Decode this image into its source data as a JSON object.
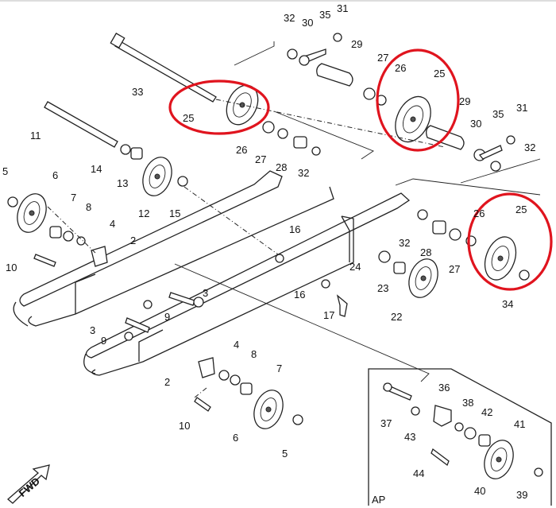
{
  "diagram": {
    "callouts": [
      "32",
      "35",
      "31",
      "30",
      "29",
      "33",
      "27",
      "26",
      "25",
      "29",
      "25",
      "11",
      "30",
      "35",
      "31",
      "32",
      "26",
      "27",
      "28",
      "32",
      "14",
      "13",
      "5",
      "6",
      "7",
      "8",
      "4",
      "12",
      "15",
      "2",
      "16",
      "26",
      "25",
      "10",
      "32",
      "28",
      "27",
      "24",
      "23",
      "34",
      "3",
      "9",
      "16",
      "17",
      "22",
      "3",
      "9",
      "4",
      "8",
      "7",
      "2",
      "10",
      "6",
      "5",
      "36",
      "38",
      "42",
      "41",
      "37",
      "43",
      "44",
      "40",
      "39"
    ],
    "inset_label": "AP",
    "fwd_label": "FWD",
    "highlight_color": "#e0141e"
  }
}
